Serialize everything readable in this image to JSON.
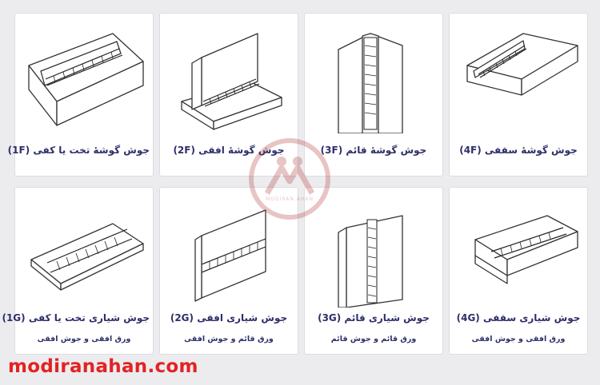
{
  "cards": [
    {
      "title": "جوش گوشهٔ تخت یا کفی  (1F)",
      "icon": "fillet-flat-weld-illustration"
    },
    {
      "title": "جوش گوشهٔ افقی  (2F)",
      "icon": "fillet-horizontal-weld-illustration"
    },
    {
      "title": "جوش گوشهٔ قائم  (3F)",
      "icon": "fillet-vertical-weld-illustration"
    },
    {
      "title": "جوش گوشهٔ سقفی  (4F)",
      "icon": "fillet-overhead-weld-illustration"
    },
    {
      "title": "جوش شیاری تخت یا کفی  (1G)",
      "sub": "ورق افقی و جوش افقی",
      "icon": "groove-flat-weld-illustration"
    },
    {
      "title": "جوش شیاری افقی  (2G)",
      "sub": "ورق قائم و جوش افقی",
      "icon": "groove-horizontal-weld-illustration"
    },
    {
      "title": "جوش شیاری قائم  (3G)",
      "sub": "ورق قائم و جوش قائم",
      "icon": "groove-vertical-weld-illustration"
    },
    {
      "title": "جوش شیاری سقفی  (4G)",
      "sub": "ورق افقی و جوش افقی",
      "icon": "groove-overhead-weld-illustration"
    }
  ],
  "watermark": {
    "text": "MODIRAN AHAN",
    "icon": "modiran-ahan-logo"
  },
  "site": {
    "url": "modiranahan.com",
    "color": "#e32222"
  },
  "colors": {
    "title": "#2e2e6a",
    "card_border": "#dcdce2",
    "background": "#ececef"
  }
}
